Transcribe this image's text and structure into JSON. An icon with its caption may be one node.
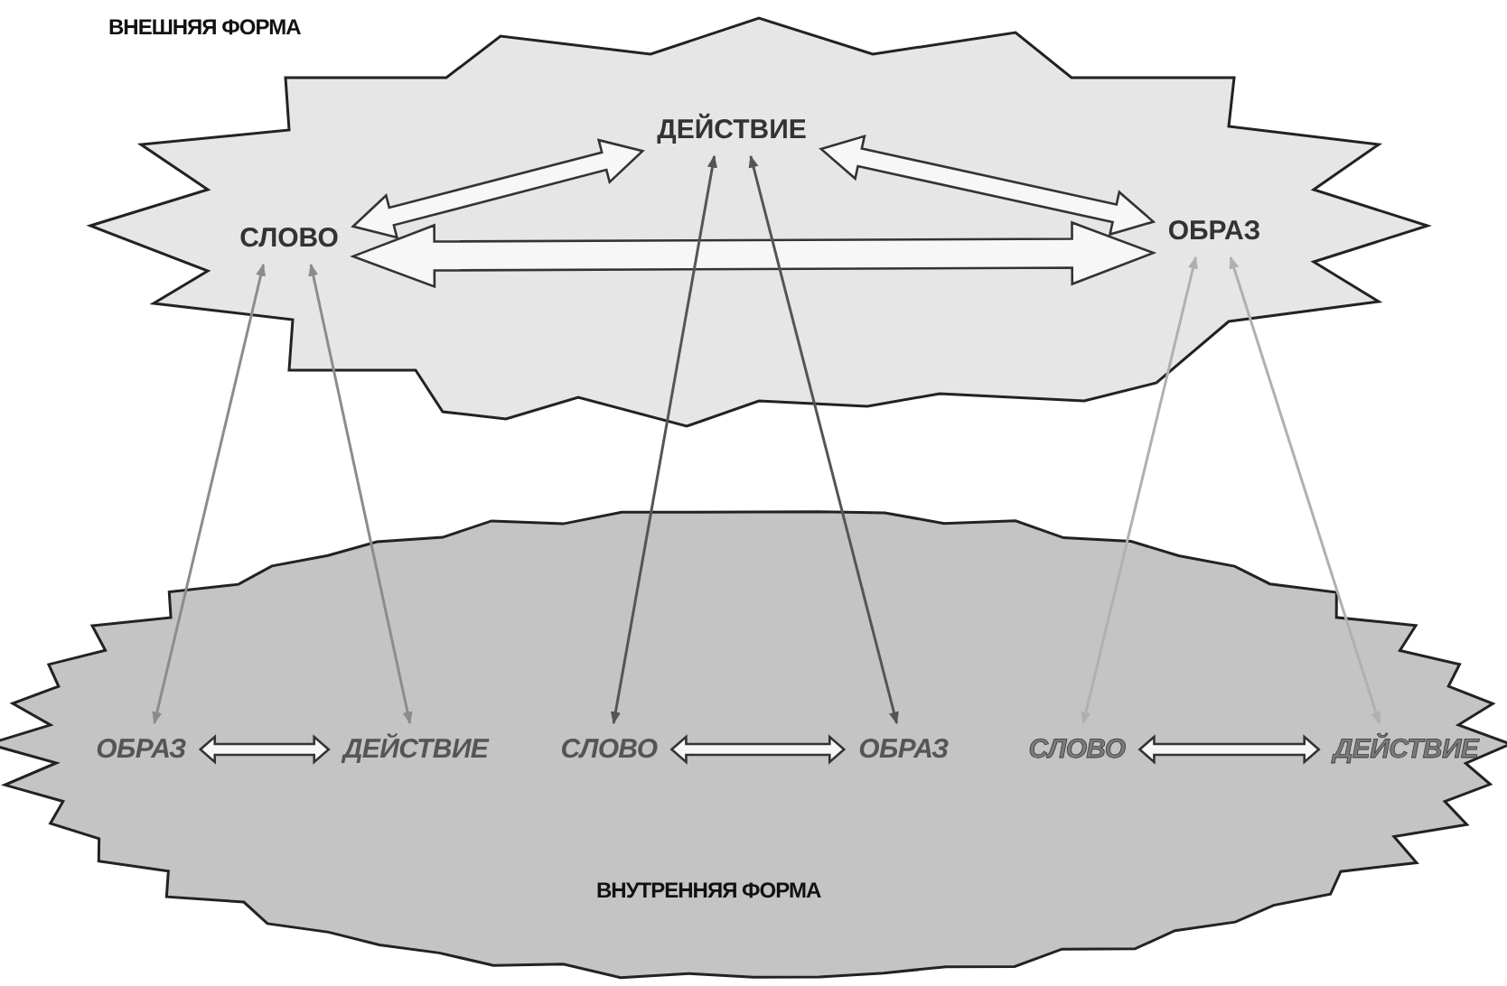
{
  "diagram": {
    "nodes": [
      {
        "text": [
          "ВНЕШНЯЯ ФОРМА"
        ]
      },
      {
        "text": [
          "ДЕЙСТВИЕ"
        ],
        "in": 0
      },
      {
        "text": [
          "СЛОВО"
        ],
        "in": 0
      },
      {
        "text": [
          "ОБРАЗ"
        ],
        "in": 0
      },
      {
        "text": [
          "ВНУТРЕННЯЯ ФОРМА"
        ]
      },
      {
        "text": [
          "ОБРАЗ"
        ],
        "in": 4
      },
      {
        "text": [
          "ДЕЙСТВИЕ"
        ],
        "in": 4
      },
      {
        "text": [
          "СЛОВО"
        ],
        "in": 4
      },
      {
        "text": [
          "ОБРАЗ"
        ],
        "in": 4
      },
      {
        "text": [
          "СЛОВО"
        ],
        "in": 4
      },
      {
        "text": [
          "ДЕЙСТВИЕ"
        ],
        "in": 4
      }
    ],
    "edges": [
      {
        "from": 2,
        "to": 1,
        "arrow": "both",
        "style": "thick"
      },
      {
        "from": 1,
        "to": 3,
        "arrow": "both",
        "style": "thick"
      },
      {
        "from": 2,
        "to": 3,
        "arrow": "both",
        "style": "thick"
      },
      {
        "from": 5,
        "to": 6,
        "arrow": "both",
        "style": "thick"
      },
      {
        "from": 7,
        "to": 8,
        "arrow": "both",
        "style": "thick"
      },
      {
        "from": 9,
        "to": 10,
        "arrow": "both",
        "style": "thick"
      },
      {
        "from": 5,
        "to": 2,
        "arrow": "both",
        "color": "#8c8c8c"
      },
      {
        "from": 6,
        "to": 2,
        "arrow": "both",
        "color": "#8c8c8c"
      },
      {
        "from": 7,
        "to": 1,
        "arrow": "both",
        "color": "#555555"
      },
      {
        "from": 8,
        "to": 1,
        "arrow": "both",
        "color": "#555555"
      },
      {
        "from": 9,
        "to": 3,
        "arrow": "both",
        "color": "#b0b0b0"
      },
      {
        "from": 10,
        "to": 3,
        "arrow": "both",
        "color": "#b0b0b0"
      }
    ]
  }
}
